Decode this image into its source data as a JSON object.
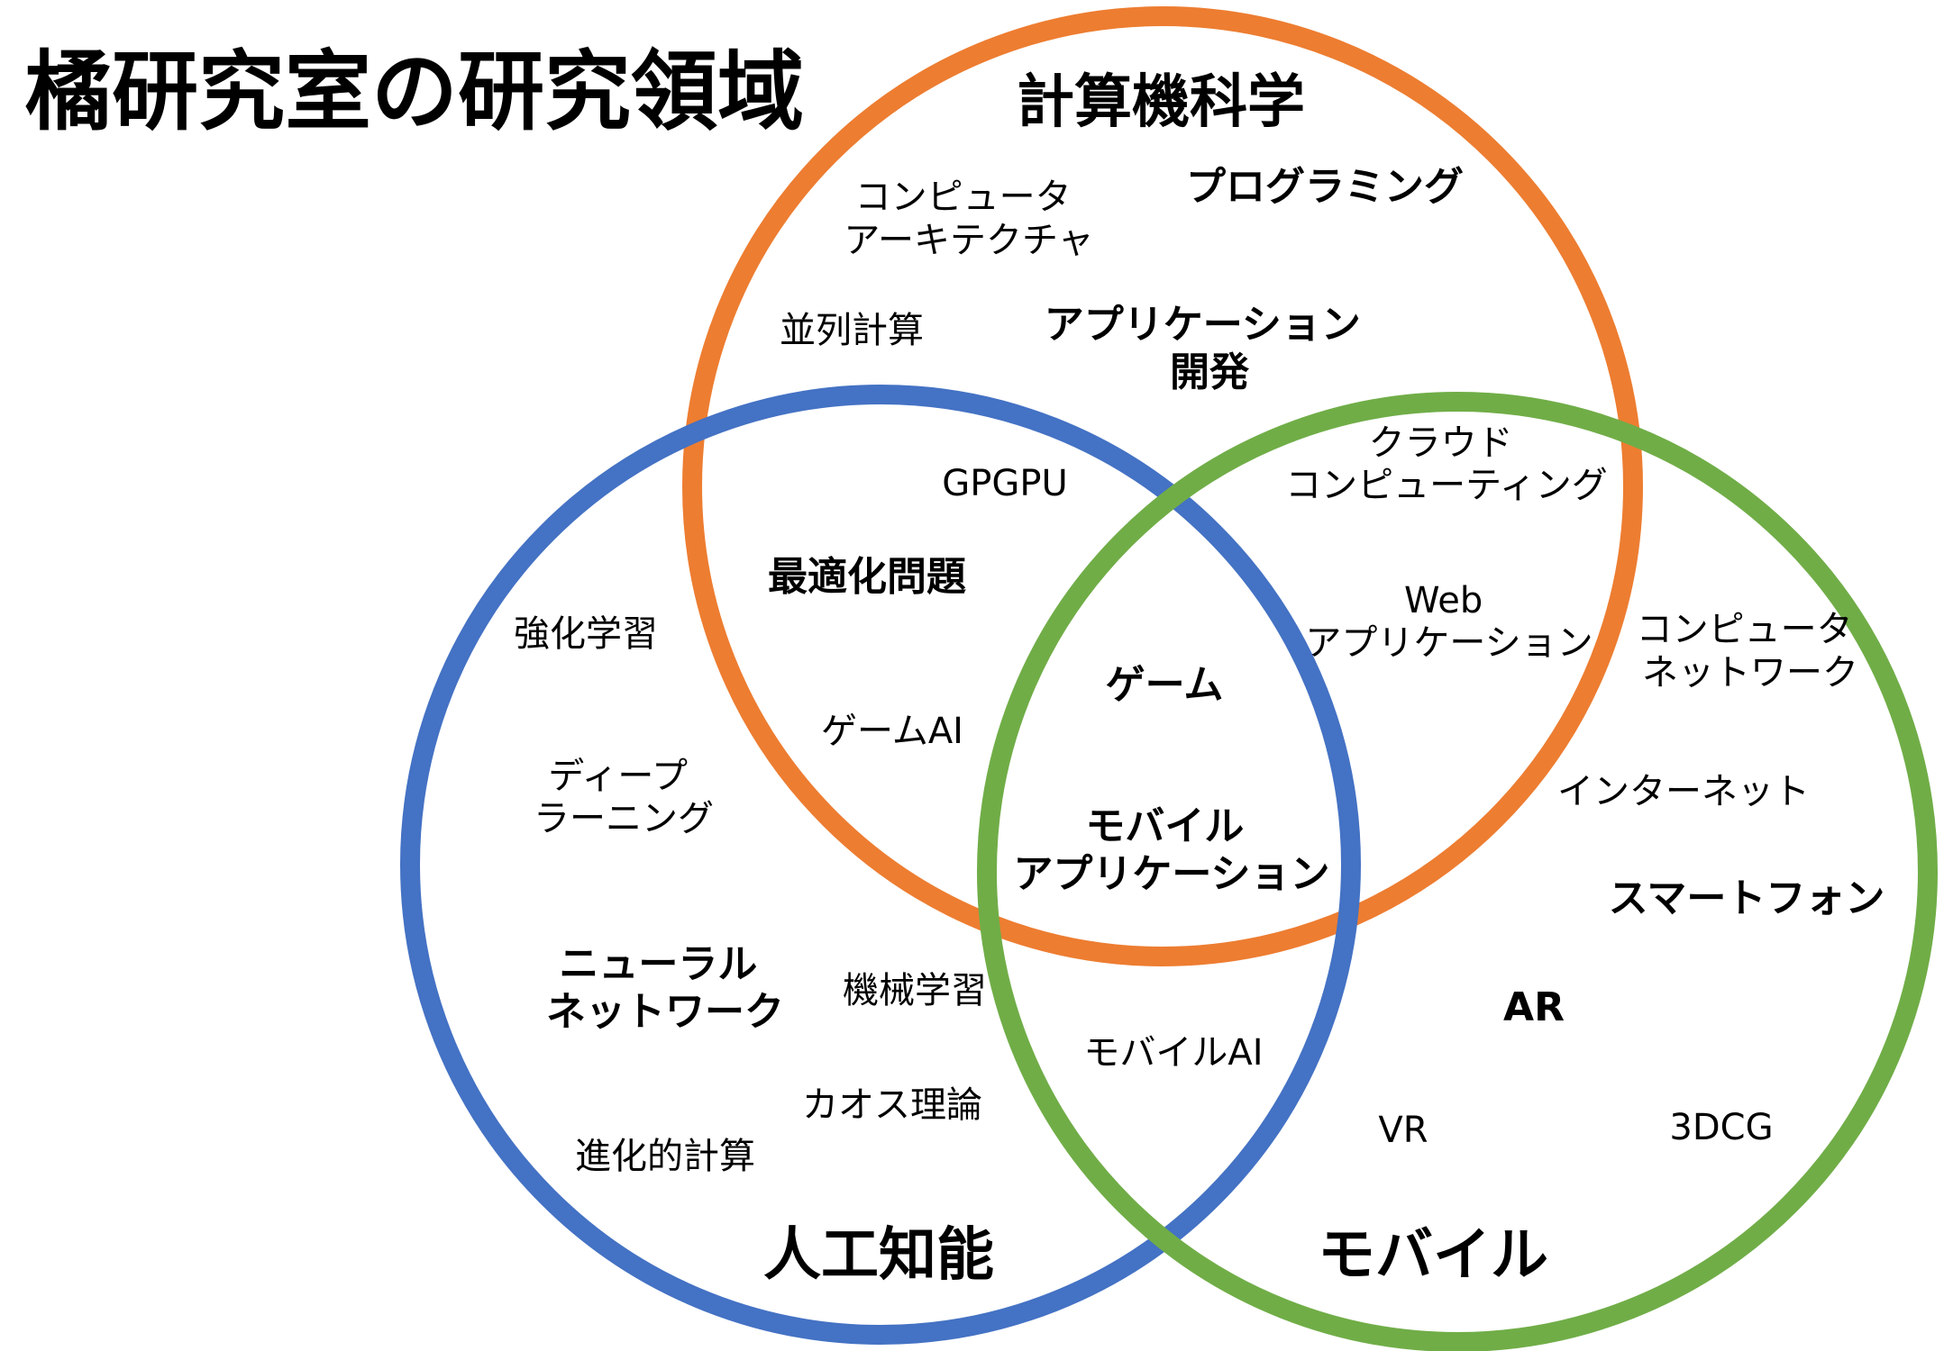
{
  "title": "橘研究室の研究領域",
  "colors": {
    "computer_science": "#ED7D31",
    "artificial_intelligence": "#4472C4",
    "mobile": "#70AD47"
  },
  "sets": {
    "computer_science": "計算機科学",
    "artificial_intelligence": "人工知能",
    "mobile": "モバイル"
  },
  "items": {
    "computer_architecture": [
      "コンピュータ",
      "アーキテクチャ"
    ],
    "programming": [
      "プログラミング"
    ],
    "parallel_computing": [
      "並列計算"
    ],
    "application_development": [
      "アプリケーション",
      "開発"
    ],
    "gpgpu": [
      "GPGPU"
    ],
    "optimization": [
      "最適化問題"
    ],
    "game_ai": [
      "ゲームAI"
    ],
    "cloud_computing": [
      "クラウド",
      "コンピューティング"
    ],
    "web_application": [
      "Web",
      "アプリケーション"
    ],
    "game": [
      "ゲーム"
    ],
    "mobile_application": [
      "モバイル",
      "アプリケーション"
    ],
    "reinforcement_learning": [
      "強化学習"
    ],
    "deep_learning": [
      "ディープ",
      "ラーニング"
    ],
    "neural_network": [
      "ニューラル",
      "ネットワーク"
    ],
    "machine_learning": [
      "機械学習"
    ],
    "chaos_theory": [
      "カオス理論"
    ],
    "evolutionary_computation": [
      "進化的計算"
    ],
    "mobile_ai": [
      "モバイルAI"
    ],
    "computer_network": [
      "コンピュータ",
      "ネットワーク"
    ],
    "internet": [
      "インターネット"
    ],
    "smartphone": [
      "スマートフォン"
    ],
    "ar": [
      "AR"
    ],
    "vr": [
      "VR"
    ],
    "3dcg": [
      "3DCG"
    ]
  }
}
